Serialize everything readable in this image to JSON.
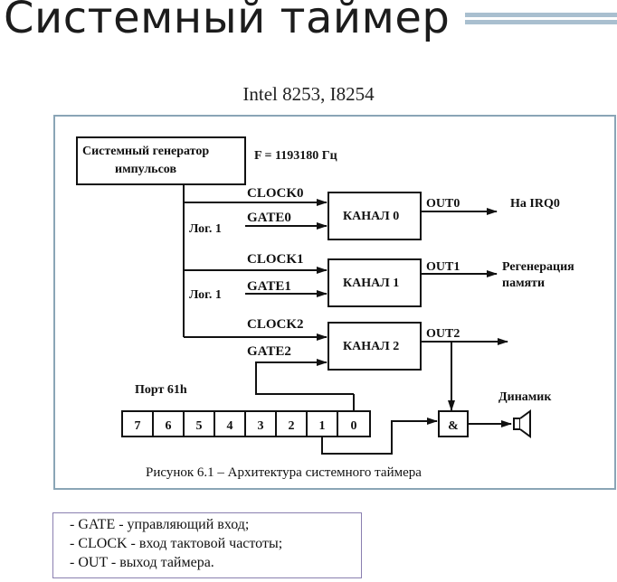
{
  "title": "Системный таймер",
  "subtitle": "Intel 8253, I8254",
  "diagram": {
    "generator_line1": "Системный генератор",
    "generator_line2": "импульсов",
    "frequency": "F = 1193180 Гц",
    "channels": [
      {
        "label": "КАНАЛ 0",
        "clock": "CLOCK0",
        "gate": "GATE0",
        "out": "OUT0",
        "target": "На IRQ0",
        "log": "Лог. 1"
      },
      {
        "label": "КАНАЛ 1",
        "clock": "CLOCK1",
        "gate": "GATE1",
        "out": "OUT1",
        "target_line1": "Регенерация",
        "target_line2": "памяти",
        "log": "Лог. 1"
      },
      {
        "label": "КАНАЛ 2",
        "clock": "CLOCK2",
        "gate": "GATE2",
        "out": "OUT2"
      }
    ],
    "port_label": "Порт 61h",
    "bits": [
      "7",
      "6",
      "5",
      "4",
      "3",
      "2",
      "1",
      "0"
    ],
    "and_symbol": "&",
    "speaker_label": "Динамик",
    "caption": "Рисунок 6.1 – Архитектура системного таймера"
  },
  "legend": [
    "- GATE - управляющий вход;",
    "- CLOCK - вход тактовой частоты;",
    "- OUT - выход таймера."
  ]
}
